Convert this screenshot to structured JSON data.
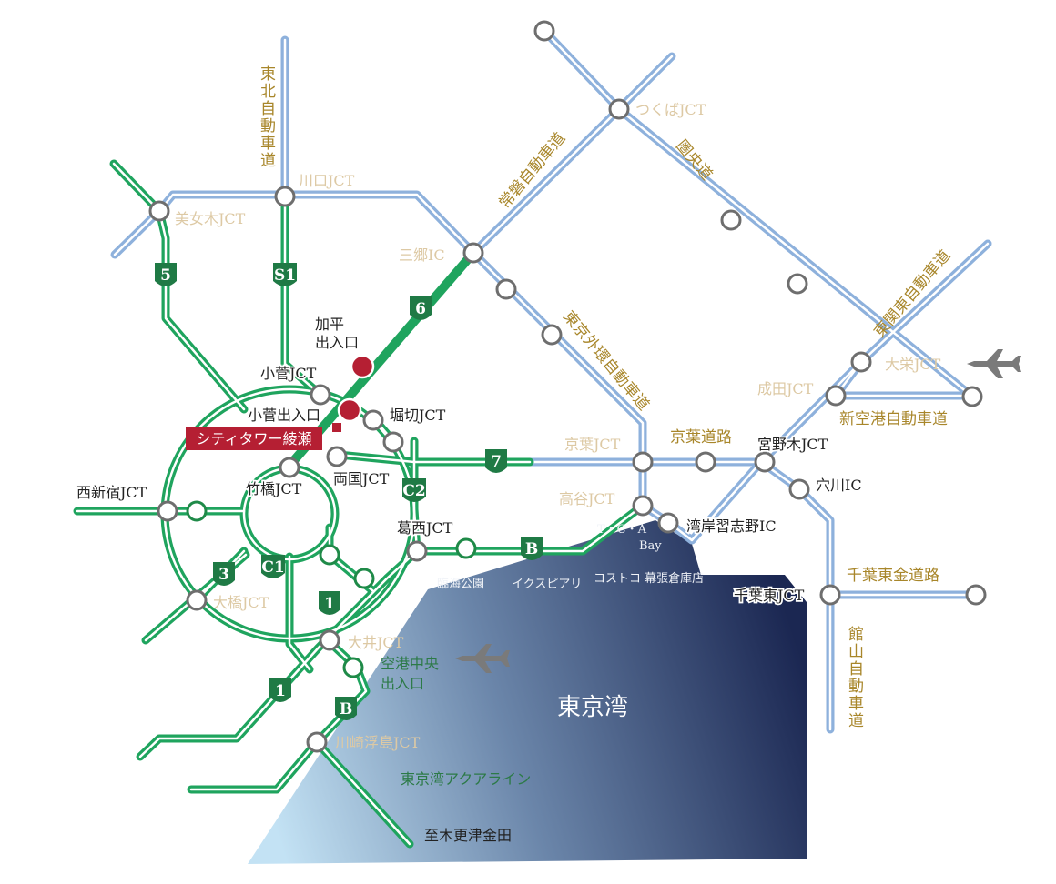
{
  "colors": {
    "blue_route": "#8eb1dc",
    "green_route": "#1fa45e",
    "label_gold": "#a8862a",
    "label_cream": "#ddc9a4",
    "bay_dark": "#1b2752",
    "bay_light": "#c3e2f4",
    "highlight_red": "#b51f33",
    "airport_icon": "#7a7a7a"
  },
  "expressways": {
    "tohoku": "東北自動車道",
    "ken_o": "圏央道",
    "joban": "常磐自動車道",
    "gaikan": "東京外環自動車道",
    "higashi_kanto": "東関東自動車道",
    "keiyo": "京葉道路",
    "shinkuko": "新空港自動車道",
    "chiba_togane": "千葉東金道路",
    "tateyama": "館山自動車道",
    "aqualine": "東京湾アクアライン"
  },
  "junctions": {
    "kawaguchi": "川口JCT",
    "bijogi": "美女木JCT",
    "tsukuba": "つくばJCT",
    "misato": "三郷IC",
    "taiei": "大栄JCT",
    "narita": "成田JCT",
    "keiyo_jct": "京葉JCT",
    "miyanogi": "宮野木JCT",
    "anagawa": "穴川IC",
    "takaya": "高谷JCT",
    "wangan_narashino": "湾岸習志野IC",
    "chiba_higashi": "千葉東JCT",
    "kosuge": "小菅JCT",
    "horikiri": "堀切JCT",
    "ryogoku": "両国JCT",
    "takebashi": "竹橋JCT",
    "nishishinjuku": "西新宿JCT",
    "kasai": "葛西JCT",
    "ohashi": "大橋JCT",
    "oi": "大井JCT",
    "kawasaki_ukishima": "川崎浮島JCT"
  },
  "ramps": {
    "kahei": "加平出入口",
    "kosuge_ramp": "小菅出入口",
    "airport_central": "空港中央出入口"
  },
  "highlight": "シティタワー綾瀬",
  "route_shields": [
    "5",
    "S1",
    "6",
    "7",
    "C2",
    "B",
    "3",
    "C1",
    "1",
    "1",
    "B"
  ],
  "poi": {
    "rinkai": "臨海公園",
    "ikspiari": "イクスピアリ",
    "costco": "コストコ 幕張倉庫店",
    "partial_1": "T・C・A",
    "partial_2": "Bay"
  },
  "bay": {
    "name": "東京湾"
  },
  "destination": "至木更津金田",
  "icons": [
    "airplane-icon-narita",
    "airplane-icon-haneda"
  ]
}
